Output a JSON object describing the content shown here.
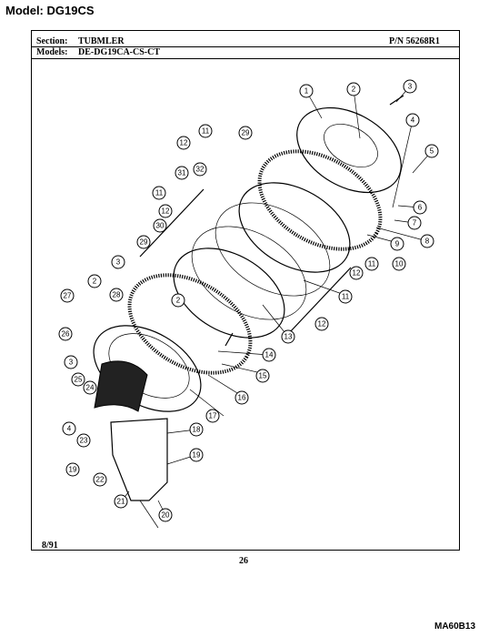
{
  "header": {
    "model": "Model: DG19CS",
    "section_label": "Section:",
    "section_value": "TUBMLER",
    "pn": "P/N 56268R1",
    "models_label": "Models:",
    "models_value": "DE-DG19CA-CS-CT"
  },
  "footer": {
    "date": "8/91",
    "page": "26",
    "code": "MA60B13"
  },
  "callouts": [
    "1",
    "2",
    "3",
    "4",
    "5",
    "6",
    "7",
    "8",
    "9",
    "10",
    "11",
    "12",
    "11",
    "12",
    "11",
    "12",
    "13",
    "14",
    "15",
    "16",
    "17",
    "18",
    "19",
    "19",
    "20",
    "21",
    "22",
    "23",
    "24",
    "25",
    "26",
    "27",
    "28",
    "29",
    "29",
    "30",
    "31",
    "32",
    "2",
    "2",
    "3",
    "3",
    "4",
    "11",
    "12"
  ]
}
